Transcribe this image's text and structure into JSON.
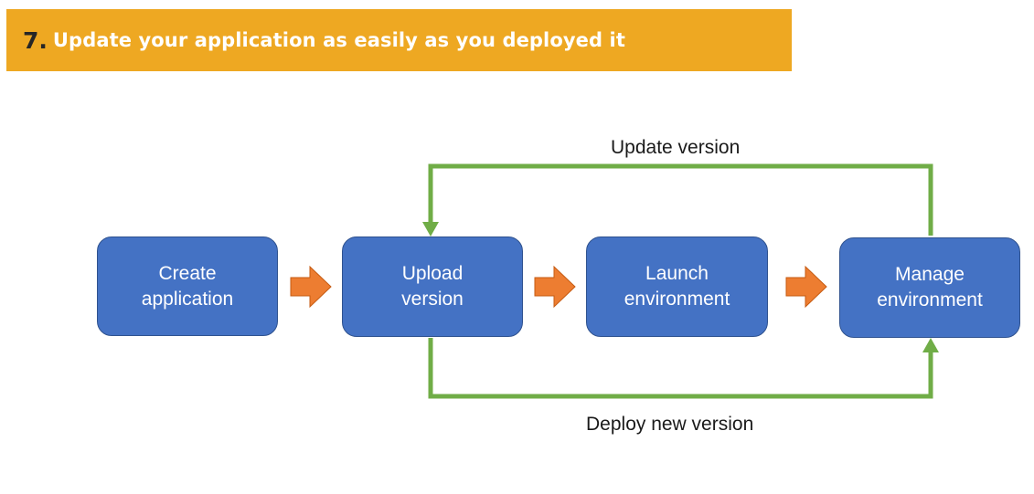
{
  "header": {
    "number": "7.",
    "title": "Update your application as easily as you deployed it"
  },
  "diagram": {
    "steps": [
      "Create\napplication",
      "Upload\nversion",
      "Launch\nenvironment",
      "Manage\nenvironment"
    ],
    "loops": {
      "update_label": "Update version",
      "deploy_label": "Deploy new version"
    }
  },
  "colors": {
    "banner": "#EEA822",
    "box_fill": "#4472C4",
    "box_border": "#2F528F",
    "flow_arrow": "#ED7D31",
    "loop_line": "#70AD47"
  }
}
